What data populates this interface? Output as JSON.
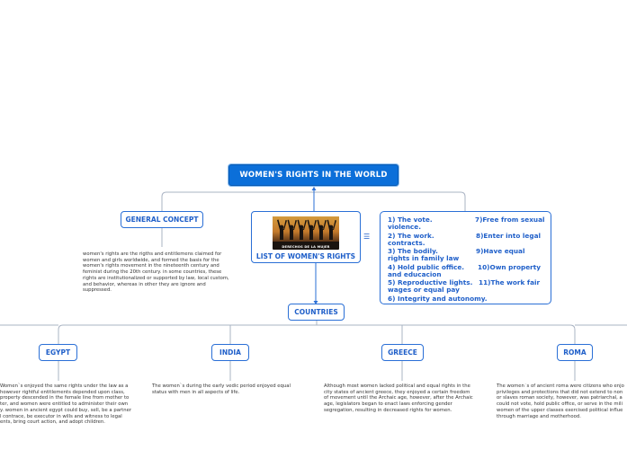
{
  "root": {
    "title": "WOMEN'S RIGHTS IN THE WORLD"
  },
  "general": {
    "title": "GENERAL CONCEPT",
    "lines": [
      "women's rights are the rigths and entitlemens claimed for",
      "women and girls    worldwide, and formed  the basis for the",
      "women's   rights  movement in the nineteenth  century and",
      "feminist  during the 20th century.  in some countries, these",
      "rights are institutionalized or supported by law, local custom,",
      "and behavior, whereas in other they are ignore and",
      "suppressed."
    ]
  },
  "list": {
    "title": "LIST OF WOMEN'S RIGHTS",
    "picture_caption": "DERECHOS DE LA MUJER",
    "notes_icon": "notes-icon",
    "left_items": [
      "1) The vote.",
      "violence.",
      "2) The work.",
      "contracts.",
      "3) The bodily.",
      "rights in family law",
      "4) Hold public office.",
      "and educacion",
      "5) Reproductive lights.",
      "wages or equal pay",
      "6) Integrity and autonomy."
    ],
    "right_items": [
      "7)Free from sexual",
      "8)Enter  into  legal",
      "9)Have equal",
      "10)Own property",
      "11)The work fair"
    ]
  },
  "countries": {
    "title": "COUNTRIES",
    "items": [
      {
        "name": "EGYPT",
        "lines": [
          "Women`s enjoyed the same rights under the law as a",
          "however rightful entitlements depended upon class,",
          "property descended in the female line from mother to",
          "ter, and women were entitled to administer their own",
          "y. women in ancient egypt could buy, sell, be a partner",
          "l contrace, be executor in wills and witness to legal",
          "ents, bring court action, and adopt children."
        ]
      },
      {
        "name": "INDIA",
        "lines": [
          "The women`s during the early vedic period enjoyed equal",
          "status with men in all aspects of life."
        ]
      },
      {
        "name": "GREECE",
        "lines": [
          "Although most women lacked political and equal rights in the",
          "city states of ancient greece, they enjoyed a certain freedom",
          "of movement until the Archaic age, however, after the Archaic",
          "age, legislators began to enact laws enforcing gender",
          "segregation, resulting in decreased rights for women."
        ]
      },
      {
        "name": "ROMA",
        "lines": [
          "The women`s of ancient roma were citizens who enjo",
          "privileges and protections that did not extend to non",
          "or slaves roman society, however, was patriarchal, a",
          "could not vote, hold public office, or serve in the mili",
          "women of the upper classes exercised political influe",
          "through marriage and motherhood."
        ]
      }
    ]
  },
  "colors": {
    "accent": "#0b6fd9",
    "node_border": "#2a6fd6",
    "connector": "#aab4c3",
    "text": "#333333"
  }
}
